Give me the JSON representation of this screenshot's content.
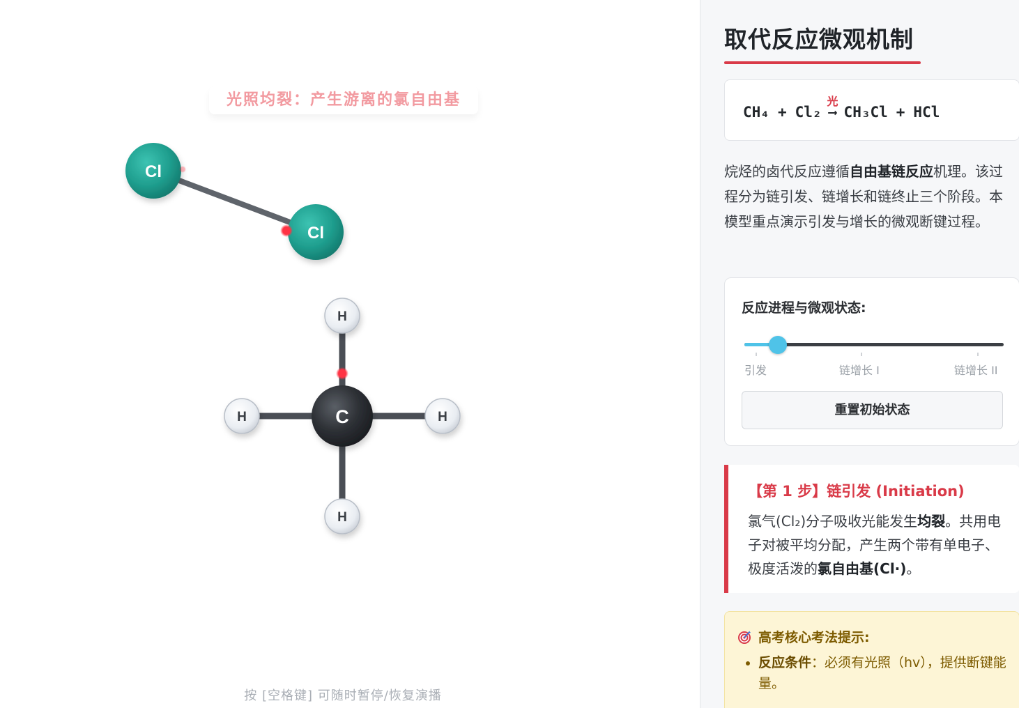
{
  "scene": {
    "caption": "光照均裂：产生游离的氯自由基",
    "footer_hint": "按 [空格键] 可随时暂停/恢复演播",
    "atoms": {
      "cl1": "Cl",
      "cl2": "Cl",
      "c": "C",
      "h_top": "H",
      "h_left": "H",
      "h_right": "H",
      "h_bottom": "H"
    }
  },
  "sidebar": {
    "title": "取代反应微观机制",
    "equation": {
      "reactant1": "CH₄",
      "plus1": "+",
      "reactant2": "Cl₂",
      "condition": "光",
      "arrow": "⟶",
      "product1": "CH₃Cl",
      "plus2": "+",
      "product2": "HCl"
    },
    "description": {
      "part1": "烷烃的卤代反应遵循",
      "bold": "自由基链反应",
      "part2": "机理。该过程分为链引发、链增长和链终止三个阶段。本模型重点演示引发与增长的微观断键过程。"
    },
    "control": {
      "title": "反应进程与微观状态:",
      "slider_value": 0.13,
      "ticks": [
        "引发",
        "链增长 I",
        "链增长 II"
      ],
      "reset_label": "重置初始状态"
    },
    "step": {
      "title": "【第 1 步】链引发 (Initiation)",
      "part1": "氯气(Cl₂)分子吸收光能发生",
      "bold1": "均裂",
      "part2": "。共用电子对被平均分配，产生两个带有单电子、极度活泼的",
      "bold2": "氯自由基(Cl·)",
      "part3": "。"
    },
    "tip": {
      "icon": "target-icon",
      "title": "高考核心考法提示:",
      "item1_bold": "反应条件",
      "item1_text": "：必须有光照（hv），提供断键能量。"
    }
  },
  "colors": {
    "accent_red": "#d93a48",
    "slider_blue": "#4fc3e8",
    "chlorine": "#1f9e8e",
    "carbon": "#2e3136",
    "hydrogen": "#eef1f5",
    "radical": "#ff3344"
  }
}
